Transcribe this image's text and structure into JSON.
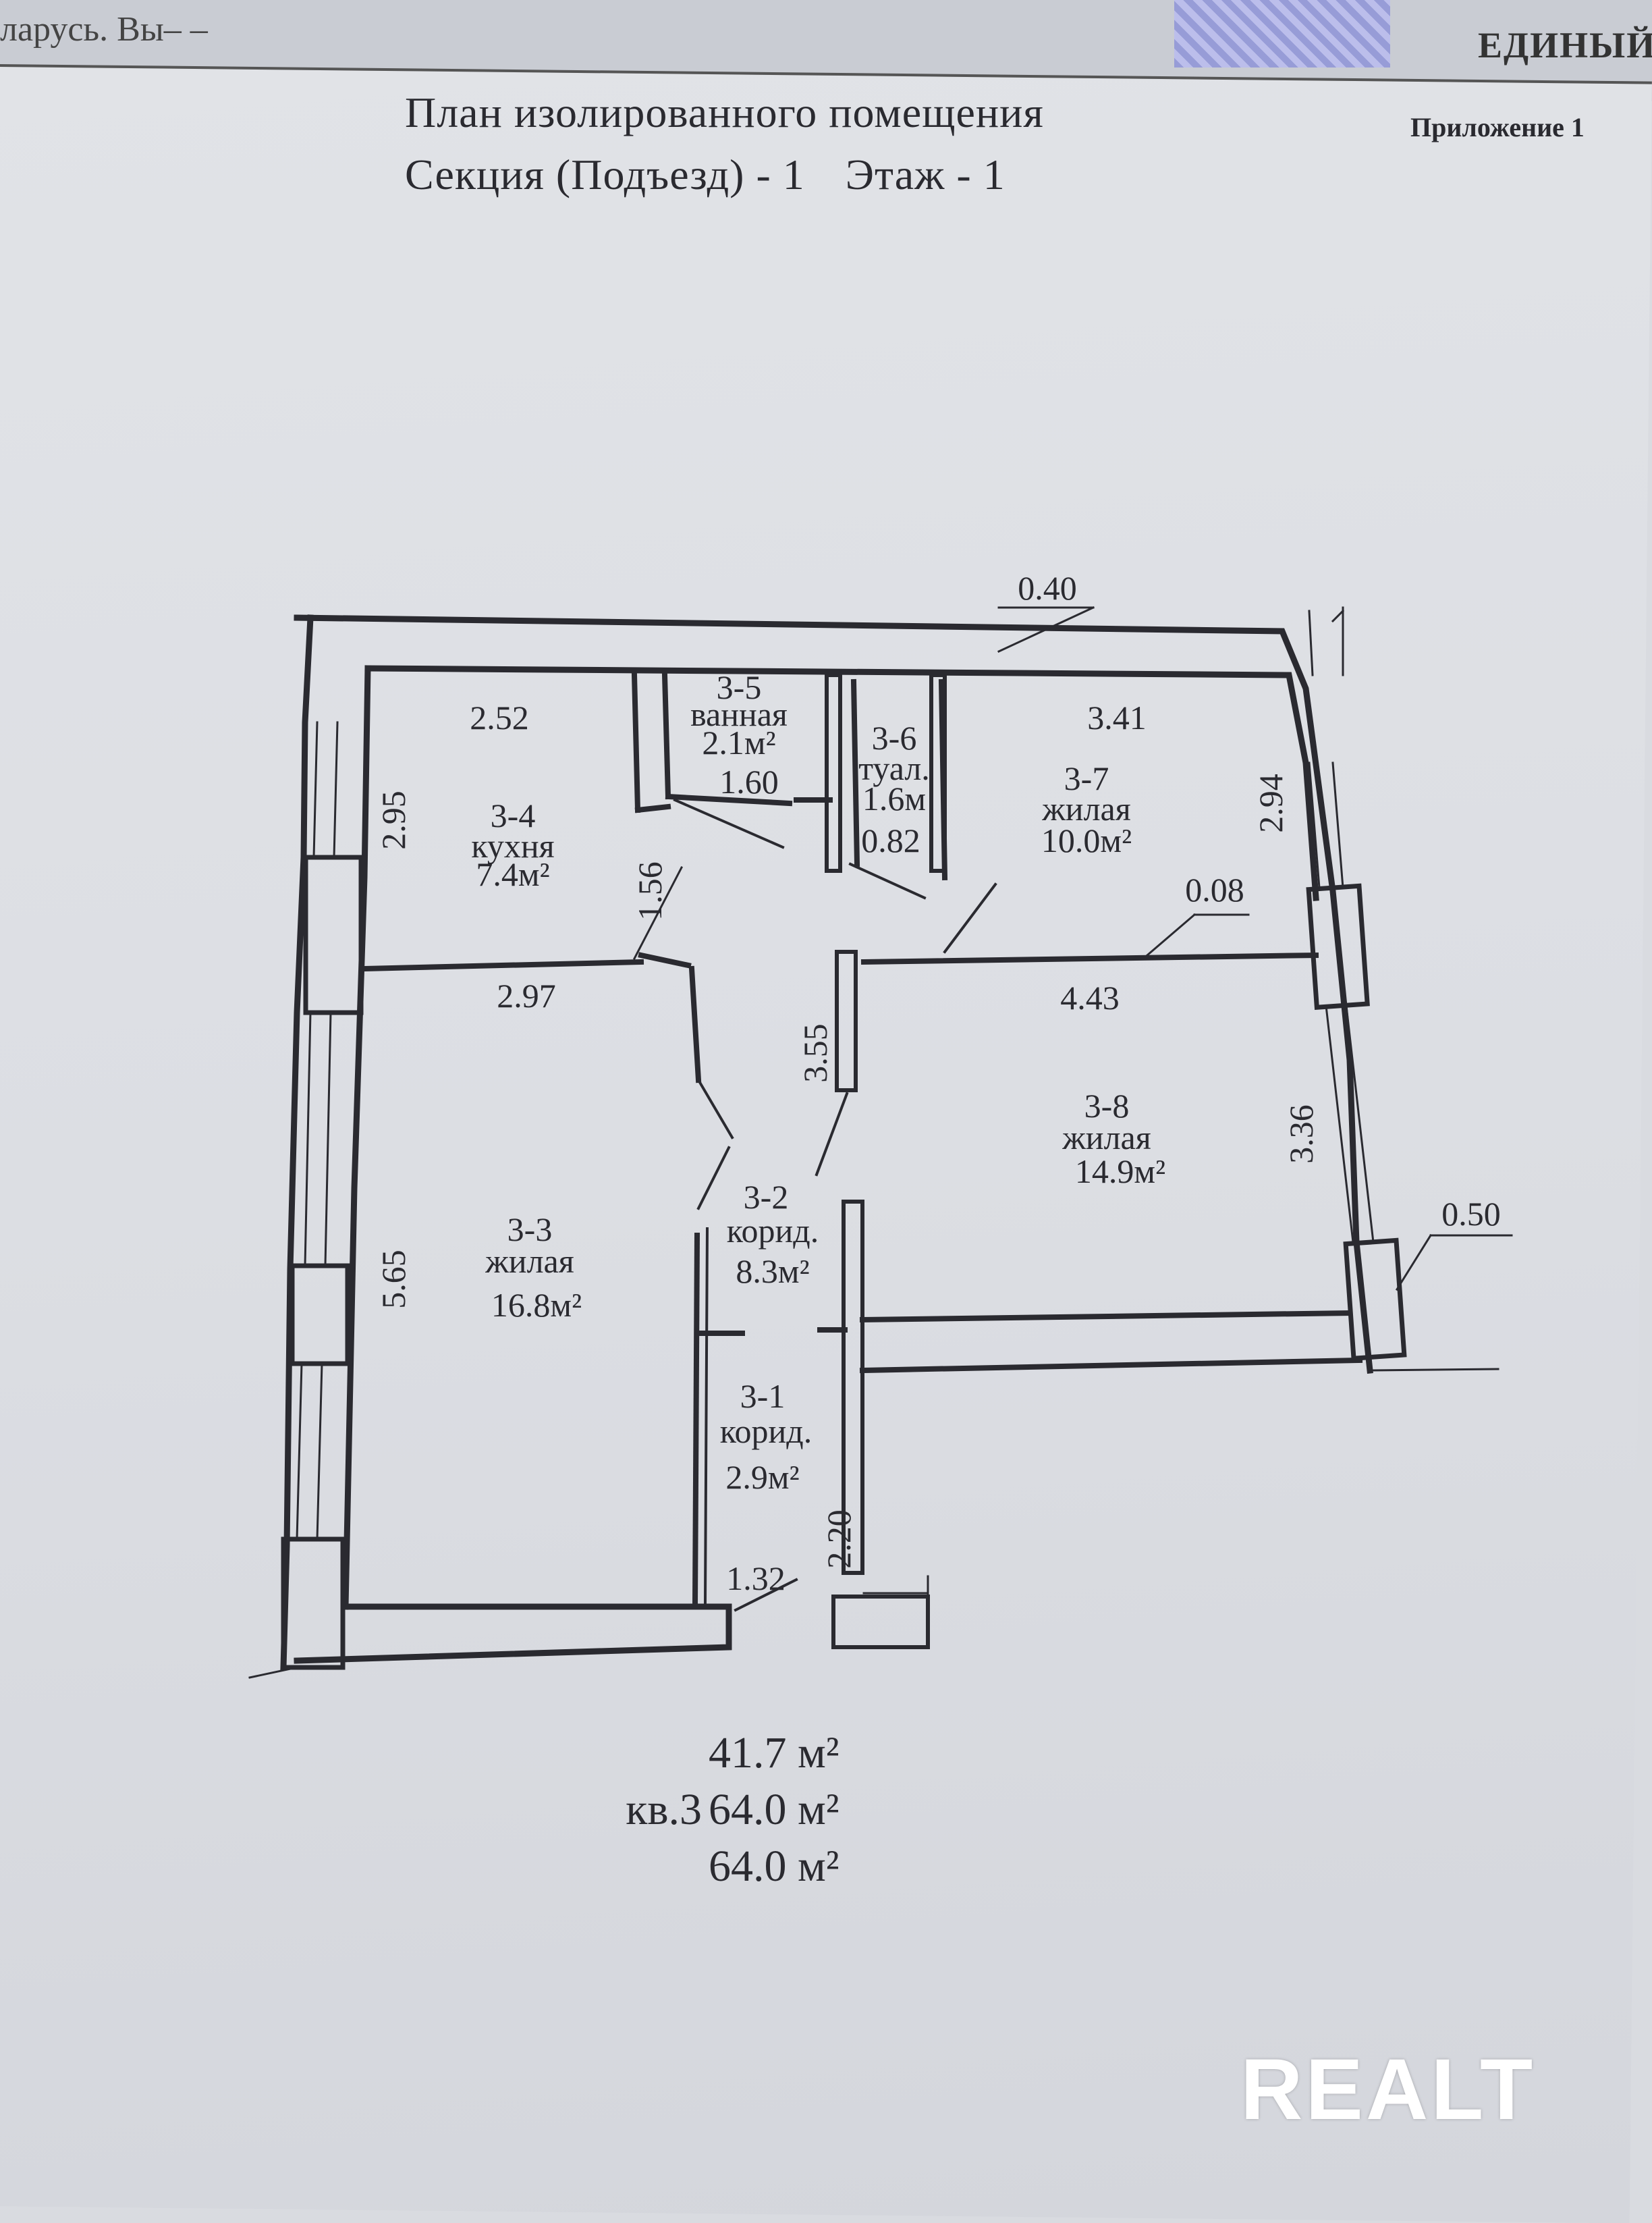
{
  "background_sheet": {
    "left_text": "ларусь. Вы– –",
    "right_text": "ЕДИНЫЙ"
  },
  "header": {
    "title": "План изолированного помещения",
    "section": "Секция (Подъезд) - 1",
    "floor": "Этаж - 1",
    "appendix": "Приложение 1"
  },
  "rooms": {
    "r1": {
      "id": "3-1",
      "name": "корид.",
      "area": "2.9м²"
    },
    "r2": {
      "id": "3-2",
      "name": "корид.",
      "area": "8.3м²"
    },
    "r3": {
      "id": "3-3",
      "name": "жилая",
      "area": "16.8м²"
    },
    "r4": {
      "id": "3-4",
      "name": "кухня",
      "area": "7.4м²"
    },
    "r5": {
      "id": "3-5",
      "name": "ванная",
      "area": "2.1м²"
    },
    "r6": {
      "id": "3-6",
      "name": "туал.",
      "area": "1.6м"
    },
    "r7": {
      "id": "3-7",
      "name": "жилая",
      "area": "10.0м²"
    },
    "r8": {
      "id": "3-8",
      "name": "жилая",
      "area": "14.9м²"
    }
  },
  "dimensions": {
    "d_040": "0.40",
    "d_252": "2.52",
    "d_295": "2.95",
    "d_160": "1.60",
    "d_082": "0.82",
    "d_341": "3.41",
    "d_294": "2.94",
    "d_156": "1.56",
    "d_008": "0.08",
    "d_297": "2.97",
    "d_443": "4.43",
    "d_355": "3.55",
    "d_336": "3.36",
    "d_050": "0.50",
    "d_565": "5.65",
    "d_220": "2.20",
    "d_132": "1.32"
  },
  "totals": {
    "living": "41.7 м²",
    "apartment_label": "кв.3",
    "apartment": "64.0 м²",
    "total": "64.0 м²"
  },
  "watermark": "REALT",
  "colors": {
    "ink": "#2a2a30",
    "paper": "#dcdee3",
    "ornament": "#8e93d8"
  }
}
